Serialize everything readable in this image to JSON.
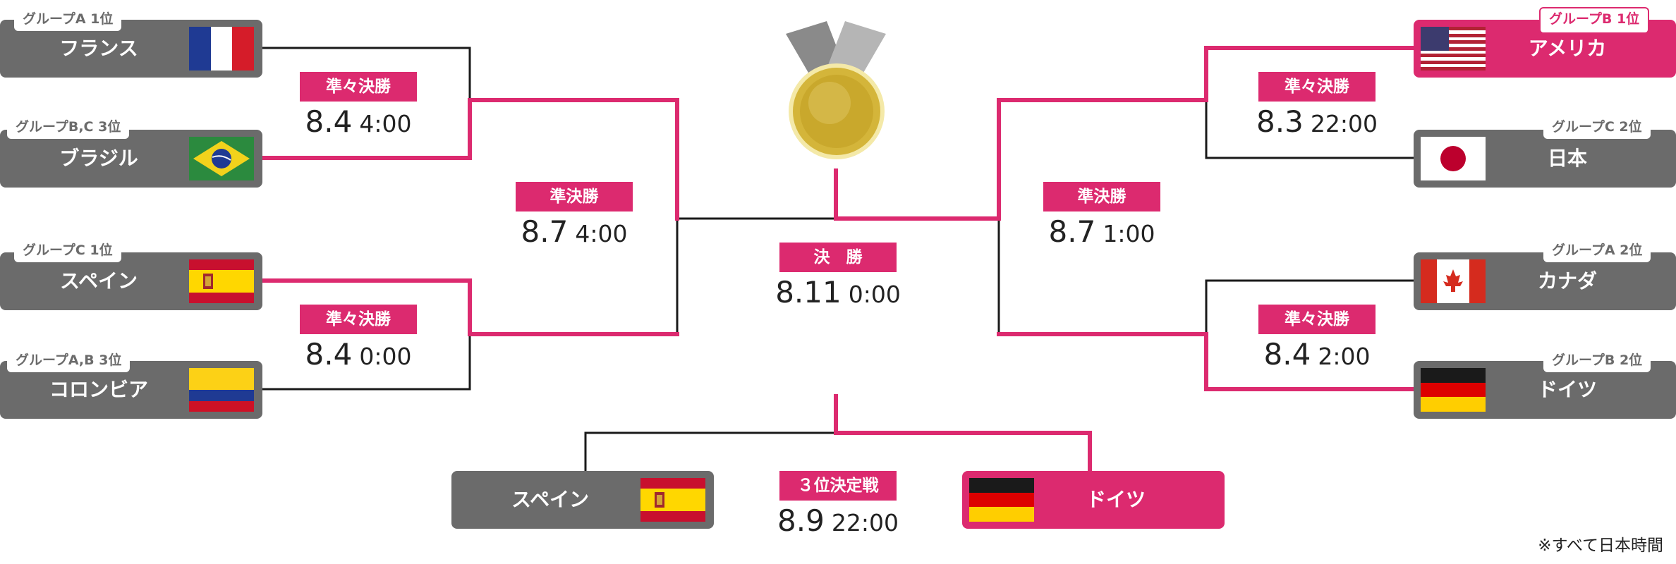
{
  "colors": {
    "accent": "#dc2a6f",
    "team_bg": "#6b6b6b",
    "line": "#1a1a1a"
  },
  "note": "※すべて日本時間",
  "teams": {
    "france": {
      "name": "フランス",
      "group": "グループA 1位",
      "flag": "france-flag"
    },
    "brazil": {
      "name": "ブラジル",
      "group": "グループB,C 3位",
      "flag": "brazil-flag"
    },
    "spain": {
      "name": "スペイン",
      "group": "グループC 1位",
      "flag": "spain-flag"
    },
    "colombia": {
      "name": "コロンビア",
      "group": "グループA,B 3位",
      "flag": "colombia-flag"
    },
    "usa": {
      "name": "アメリカ",
      "group": "グループB 1位",
      "flag": "usa-flag"
    },
    "japan": {
      "name": "日本",
      "group": "グループC 2位",
      "flag": "japan-flag"
    },
    "canada": {
      "name": "カナダ",
      "group": "グループA 2位",
      "flag": "canada-flag"
    },
    "germany": {
      "name": "ドイツ",
      "group": "グループB 2位",
      "flag": "germany-flag"
    }
  },
  "matches": {
    "qf1": {
      "label": "準々決勝",
      "date": "8.4",
      "time": "4:00"
    },
    "qf2": {
      "label": "準々決勝",
      "date": "8.4",
      "time": "0:00"
    },
    "qf3": {
      "label": "準々決勝",
      "date": "8.3",
      "time": "22:00"
    },
    "qf4": {
      "label": "準々決勝",
      "date": "8.4",
      "time": "2:00"
    },
    "sf1": {
      "label": "準決勝",
      "date": "8.7",
      "time": "4:00"
    },
    "sf2": {
      "label": "準決勝",
      "date": "8.7",
      "time": "1:00"
    },
    "final": {
      "label": "決　勝",
      "date": "8.11",
      "time": "0:00"
    },
    "third": {
      "label": "３位決定戦",
      "date": "8.9",
      "time": "22:00"
    }
  },
  "third_place": {
    "left": {
      "name": "スペイン",
      "flag": "spain-flag"
    },
    "right": {
      "name": "ドイツ",
      "flag": "germany-flag"
    }
  }
}
